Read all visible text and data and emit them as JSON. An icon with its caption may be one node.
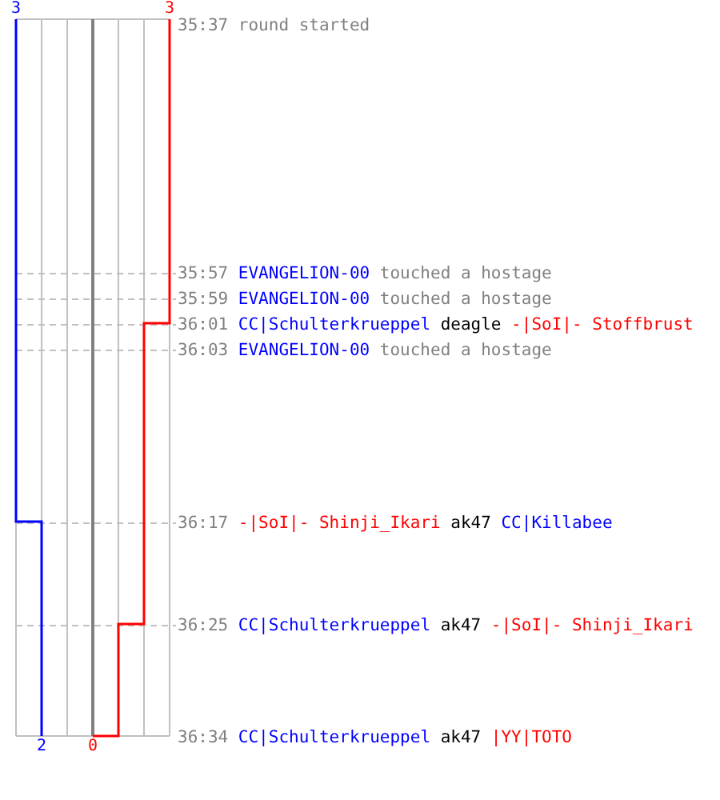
{
  "diagram": {
    "labels": [
      "3",
      "3",
      "35:37",
      "round started",
      "35:57",
      "EVANGELION-00",
      "touched a hostage",
      "35:59",
      "EVANGELION-00",
      "touched a hostage",
      "36:01",
      "CC|Schulterkrueppel",
      "deagle",
      "-|SoI|- Stoffbrust",
      "36:03",
      "EVANGELION-00",
      "touched a hostage",
      "36:17",
      "-|SoI|- Shinji_Ikari",
      "ak47",
      "CC|Killabee",
      "36:25",
      "CC|Schulterkrueppel",
      "ak47",
      "-|SoI|- Shinji_Ikari",
      "2",
      "0",
      "36:34",
      "CC|Schulterkrueppel",
      "ak47",
      "|YY|TOTO"
    ]
  }
}
